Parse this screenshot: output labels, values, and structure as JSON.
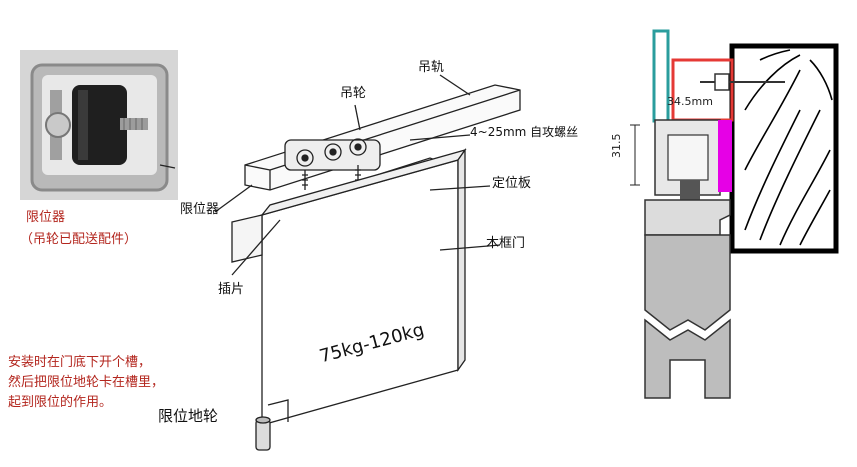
{
  "labels": {
    "track": "吊轨",
    "wheel": "吊轮",
    "screw": "4~25mm 自攻螺丝",
    "plate": "定位板",
    "door": "木框门",
    "stopper": "限位器",
    "insert": "插片",
    "weight": "75kg-120kg",
    "floor_guide": "限位地轮"
  },
  "photo_caption": {
    "title": "限位器",
    "note": "（吊轮已配送配件）"
  },
  "install_note": [
    "安装时在门底下开个槽，",
    "然后把限位地轮卡在槽里，",
    "起到限位的作用。"
  ],
  "section": {
    "dim_width": "34.5mm",
    "dim_height": "31.5"
  },
  "colors": {
    "note_red": "#b3261e",
    "teal_outline": "#2a9d9d",
    "red_outline": "#e53935",
    "magenta": "#e600e6"
  }
}
